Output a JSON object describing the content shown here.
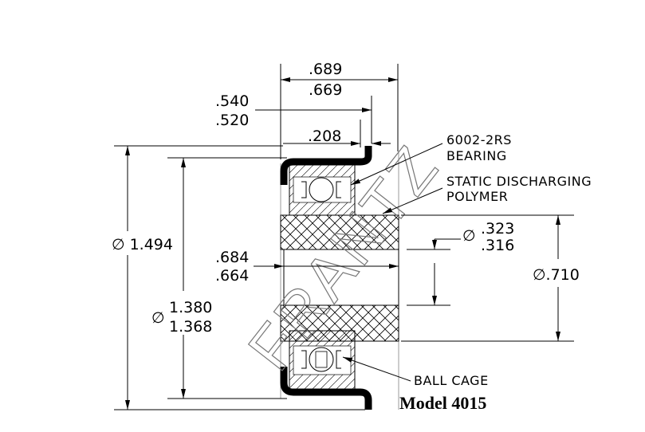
{
  "drawing": {
    "model_label": "Model 4015",
    "watermark": "FRANTZ",
    "dimensions": {
      "overall_width": [
        ".689",
        ".669"
      ],
      "flange_offset": [
        ".540",
        ".520"
      ],
      "flange_thickness": ".208",
      "outer_diameter": "∅ 1.494",
      "bearing_seat_diameter_symbol": "∅",
      "bearing_seat_diameter": [
        "1.380",
        "1.368"
      ],
      "hub_width": [
        ".684",
        ".664"
      ],
      "bore_diameter_symbol": "∅",
      "bore_diameter": [
        ".323",
        ".316"
      ],
      "hub_diameter": "∅.710"
    },
    "callouts": {
      "bearing": [
        "6002-2RS",
        "BEARING"
      ],
      "polymer": [
        "STATIC DISCHARGING",
        "POLYMER"
      ],
      "ball_cage": "BALL CAGE"
    }
  }
}
